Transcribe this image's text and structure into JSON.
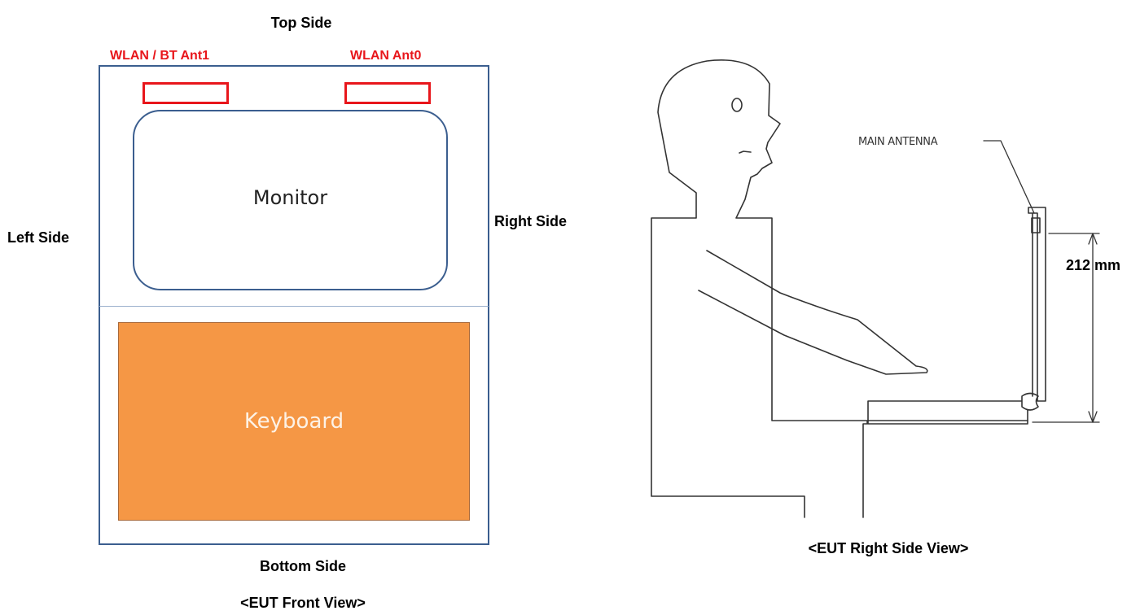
{
  "front_view": {
    "top_label": "Top Side",
    "bottom_label": "Bottom Side",
    "left_label": "Left Side",
    "right_label": "Right Side",
    "caption": "<EUT Front View>",
    "antenna_1_label": "WLAN / BT Ant1",
    "antenna_0_label": "WLAN Ant0",
    "monitor_label": "Monitor",
    "keyboard_label": "Keyboard"
  },
  "side_view": {
    "caption": "<EUT Right Side View>",
    "main_antenna_label": "MAIN ANTENNA",
    "dimension_label": "212 mm"
  },
  "colors": {
    "antenna_outline": "#e8161b",
    "frame": "#3b5e8f",
    "keyboard_fill": "#f59745"
  }
}
